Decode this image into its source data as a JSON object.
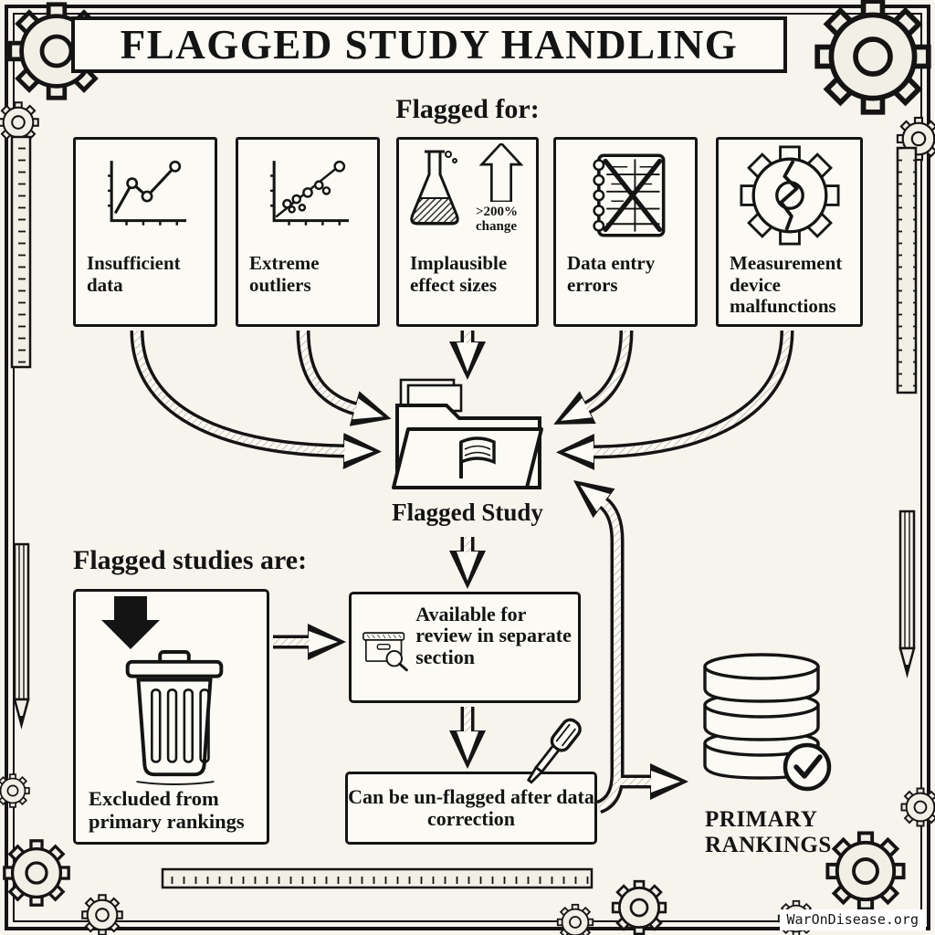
{
  "title": "FLAGGED STUDY HANDLING",
  "watermark": "WarOnDisease.org",
  "colors": {
    "ink": "#141414",
    "paper": "#f6f4ed"
  },
  "flagged_for": {
    "heading": "Flagged for:",
    "items": [
      {
        "label": "Insufficient data",
        "icon": "line-chart-icon"
      },
      {
        "label": "Extreme outliers",
        "icon": "scatter-plot-icon"
      },
      {
        "label": "Implausible effect sizes",
        "icon": "flask-growth-icon",
        "annotation": ">200% change"
      },
      {
        "label": "Data entry errors",
        "icon": "spreadsheet-error-icon"
      },
      {
        "label": "Measurement device malfunctions",
        "icon": "broken-gear-icon"
      }
    ]
  },
  "flagged_study": {
    "label": "Flagged Study",
    "icon": "flagged-folder-icon"
  },
  "flagged_studies": {
    "heading": "Flagged studies are:",
    "excluded": {
      "label": "Excluded from primary rankings",
      "icon": "trash-icon"
    },
    "review": {
      "label": "Available for review in separate section",
      "icon": "archive-search-icon"
    },
    "unflag": {
      "label": "Can be un-flagged after data correction",
      "icon": "screwdriver-icon"
    },
    "primary": {
      "label": "PRIMARY RANKINGS",
      "icon": "database-check-icon"
    }
  }
}
